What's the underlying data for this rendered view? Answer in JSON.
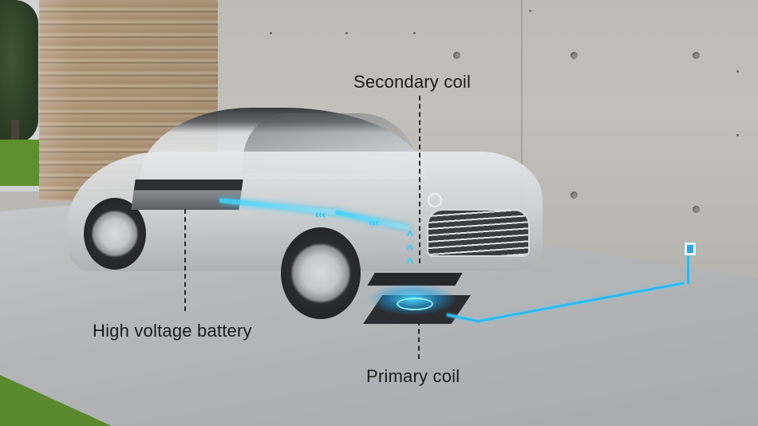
{
  "image": {
    "subject": "Electric sedan parked in a garage with inductive (wireless) charging system illustrated",
    "accent_color": "#36c7f2"
  },
  "labels": {
    "secondary_coil": "Secondary coil",
    "high_voltage_battery": "High voltage battery",
    "primary_coil": "Primary coil"
  },
  "colors": {
    "energy_flow": "#36c7f2",
    "cable": "#2fb7ec",
    "label_text": "#1b1b1b",
    "wall": "#bdbbb6",
    "wood": "#b59e84",
    "grass": "#5b8a2e"
  }
}
